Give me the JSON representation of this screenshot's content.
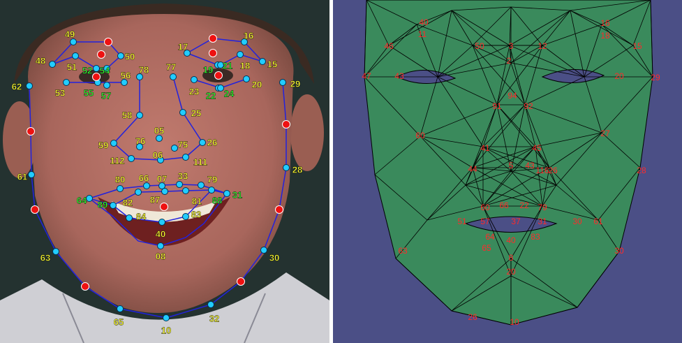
{
  "left_panel": {
    "landmarks": [
      {
        "label": "49",
        "color": "#ffff33"
      },
      {
        "label": "48",
        "color": "#ffff33"
      },
      {
        "label": "51",
        "color": "#ffff33"
      },
      {
        "label": "52",
        "color": "#33ff33"
      },
      {
        "label": "54",
        "color": "#33ff33"
      },
      {
        "label": "50",
        "color": "#ffff33"
      },
      {
        "label": "56",
        "color": "#ffff33"
      },
      {
        "label": "78",
        "color": "#ffff33"
      },
      {
        "label": "53",
        "color": "#ffff33"
      },
      {
        "label": "55",
        "color": "#33ff33"
      },
      {
        "label": "57",
        "color": "#33ff33"
      },
      {
        "label": "62",
        "color": "#ffff33"
      },
      {
        "label": "17",
        "color": "#ffff33"
      },
      {
        "label": "16",
        "color": "#ffff33"
      },
      {
        "label": "77",
        "color": "#ffff33"
      },
      {
        "label": "19",
        "color": "#33ff33"
      },
      {
        "label": "21",
        "color": "#33ff33"
      },
      {
        "label": "18",
        "color": "#ffff33"
      },
      {
        "label": "15",
        "color": "#ffff33"
      },
      {
        "label": "29",
        "color": "#ffff33"
      },
      {
        "label": "23",
        "color": "#ffff33"
      },
      {
        "label": "22",
        "color": "#33ff33"
      },
      {
        "label": "24",
        "color": "#33ff33"
      },
      {
        "label": "20",
        "color": "#ffff33"
      },
      {
        "label": "58",
        "color": "#ffff33"
      },
      {
        "label": "25",
        "color": "#ffff33"
      },
      {
        "label": "05",
        "color": "#ffff33"
      },
      {
        "label": "59",
        "color": "#ffff33"
      },
      {
        "label": "76",
        "color": "#ffff33"
      },
      {
        "label": "75",
        "color": "#ffff33"
      },
      {
        "label": "26",
        "color": "#ffff33"
      },
      {
        "label": "06",
        "color": "#ffff33"
      },
      {
        "label": "112",
        "color": "#ffff33"
      },
      {
        "label": "111",
        "color": "#ffff33"
      },
      {
        "label": "61",
        "color": "#ffff33"
      },
      {
        "label": "28",
        "color": "#ffff33"
      },
      {
        "label": "80",
        "color": "#ffff33"
      },
      {
        "label": "66",
        "color": "#ffff33"
      },
      {
        "label": "07",
        "color": "#ffff33"
      },
      {
        "label": "33",
        "color": "#ffff33"
      },
      {
        "label": "79",
        "color": "#ffff33"
      },
      {
        "label": "64",
        "color": "#33ff33"
      },
      {
        "label": "89",
        "color": "#33ff33"
      },
      {
        "label": "82",
        "color": "#ffff33"
      },
      {
        "label": "87",
        "color": "#ffff33"
      },
      {
        "label": "81",
        "color": "#ffff33"
      },
      {
        "label": "88",
        "color": "#33ff33"
      },
      {
        "label": "31",
        "color": "#33ff33"
      },
      {
        "label": "84",
        "color": "#ffff33"
      },
      {
        "label": "83",
        "color": "#ffff33"
      },
      {
        "label": "40",
        "color": "#ffff33"
      },
      {
        "label": "08",
        "color": "#ffff33"
      },
      {
        "label": "63",
        "color": "#ffff33"
      },
      {
        "label": "30",
        "color": "#ffff33"
      },
      {
        "label": "65",
        "color": "#ffff33"
      },
      {
        "label": "32",
        "color": "#ffff33"
      },
      {
        "label": "10",
        "color": "#ffff33"
      }
    ]
  },
  "right_panel": {
    "mesh_labels": [
      "40",
      "11",
      "46",
      "50",
      "3",
      "12",
      "16",
      "18",
      "15",
      "47",
      "43",
      "2",
      "20",
      "29",
      "94",
      "91",
      "92",
      "60",
      "27",
      "41",
      "45",
      "44",
      "5",
      "43",
      "116",
      "26",
      "28",
      "60",
      "66",
      "22",
      "79",
      "51",
      "57",
      "37",
      "31",
      "30",
      "61",
      "64",
      "40",
      "83",
      "65",
      "8",
      "63",
      "30",
      "20",
      "26",
      "10"
    ],
    "colors": {
      "background": "#4b4f86",
      "mesh_fill": "#3a8a5c",
      "lines": "#000000",
      "labels": "#ff2a2a"
    }
  }
}
